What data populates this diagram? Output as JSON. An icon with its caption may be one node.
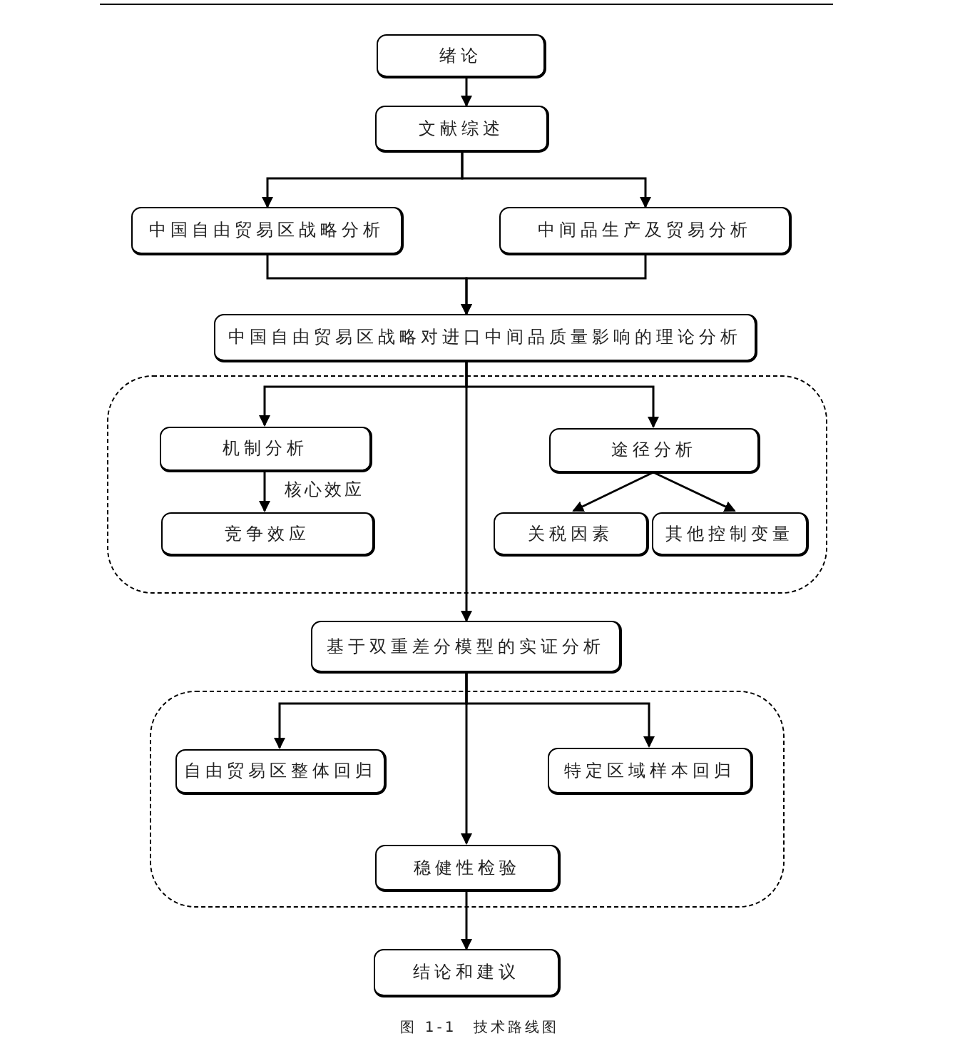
{
  "diagram": {
    "caption": "图 1-1　技术路线图",
    "nodes": [
      {
        "text": [
          "绪论"
        ]
      },
      {
        "text": [
          "文献综述"
        ]
      },
      {
        "text": [
          "中国自由贸易区战略分析"
        ]
      },
      {
        "text": [
          "中间品生产及贸易分析"
        ]
      },
      {
        "text": [
          "中国自由贸易区战略对进口中间品质量影响的理论分析"
        ]
      },
      {
        "text": [],
        "shape": "box"
      },
      {
        "text": [
          "机制分析"
        ],
        "in": 5
      },
      {
        "text": [
          "途径分析"
        ],
        "in": 5
      },
      {
        "text": [
          "竞争效应"
        ],
        "in": 5
      },
      {
        "text": [
          "关税因素"
        ],
        "in": 5
      },
      {
        "text": [
          "其他控制变量"
        ],
        "in": 5
      },
      {
        "text": [
          "基于双重差分模型的实证分析"
        ]
      },
      {
        "text": [],
        "shape": "box"
      },
      {
        "text": [
          "自由贸易区整体回归"
        ],
        "in": 12
      },
      {
        "text": [
          "特定区域样本回归"
        ],
        "in": 12
      },
      {
        "text": [
          "稳健性检验"
        ],
        "in": 12
      },
      {
        "text": [
          "结论和建议"
        ]
      }
    ],
    "edges": [
      {
        "from": 0,
        "to": 1,
        "arrow": "to"
      },
      {
        "from": 1,
        "to": 2,
        "arrow": "to"
      },
      {
        "from": 1,
        "to": 3,
        "arrow": "to"
      },
      {
        "from": 2,
        "to": 4,
        "arrow": "to"
      },
      {
        "from": 3,
        "to": 4,
        "arrow": "to"
      },
      {
        "from": 4,
        "to": 6,
        "arrow": "to"
      },
      {
        "from": 4,
        "to": 7,
        "arrow": "to"
      },
      {
        "from": 4,
        "to": 11,
        "arrow": "to"
      },
      {
        "from": 6,
        "to": 8,
        "arrow": "to",
        "label": "核心效应"
      },
      {
        "from": 7,
        "to": 9,
        "arrow": "to"
      },
      {
        "from": 7,
        "to": 10,
        "arrow": "to"
      },
      {
        "from": 11,
        "to": 13,
        "arrow": "to"
      },
      {
        "from": 11,
        "to": 14,
        "arrow": "to"
      },
      {
        "from": 11,
        "to": 15,
        "arrow": "to"
      },
      {
        "from": 15,
        "to": 16,
        "arrow": "to"
      }
    ]
  }
}
